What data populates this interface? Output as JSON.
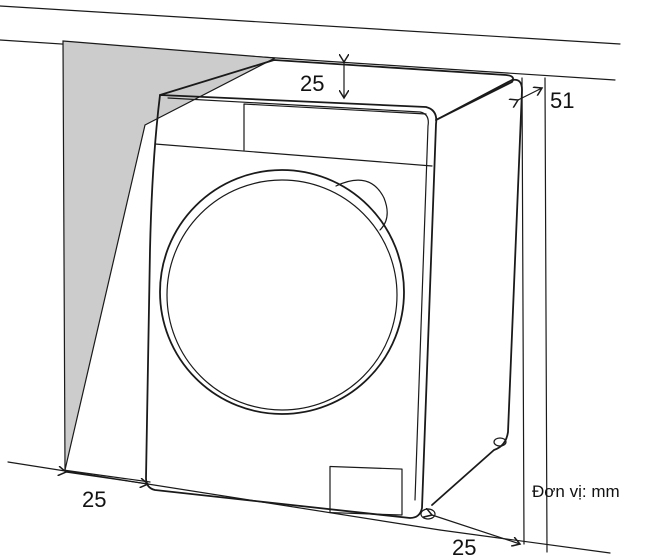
{
  "dimensions": {
    "top_clearance": "25",
    "rear_clearance": "51",
    "left_clearance": "25",
    "right_clearance": "25"
  },
  "unit_note": "Đơn vị: mm",
  "colors": {
    "wall": "#cccccc",
    "stroke": "#1a1a1a"
  },
  "icons": {
    "dimension_arrow": "double-headed-arrow"
  }
}
